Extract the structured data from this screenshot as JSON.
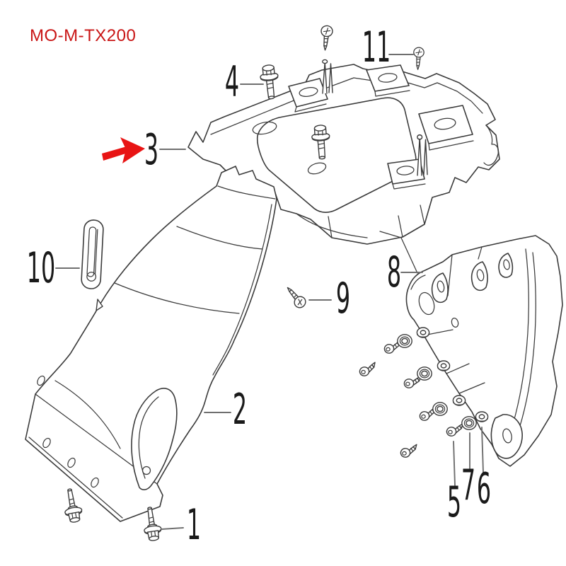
{
  "diagram": {
    "code": "MO-M-TX200",
    "colors": {
      "accent_red": "#e81414",
      "code_text_red": "#c91515",
      "line": "#3b3b3b",
      "leader": "#6f6f6f",
      "callout_text": "#1a1a1a",
      "background": "#ffffff"
    },
    "callouts": [
      {
        "label": "1"
      },
      {
        "label": "2"
      },
      {
        "label": "3"
      },
      {
        "label": "4"
      },
      {
        "label": "5"
      },
      {
        "label": "6"
      },
      {
        "label": "7"
      },
      {
        "label": "8"
      },
      {
        "label": "9"
      },
      {
        "label": "10"
      },
      {
        "label": "11"
      }
    ],
    "arrow": {
      "icon": "red-arrow-icon",
      "points_to_label": "3"
    }
  }
}
